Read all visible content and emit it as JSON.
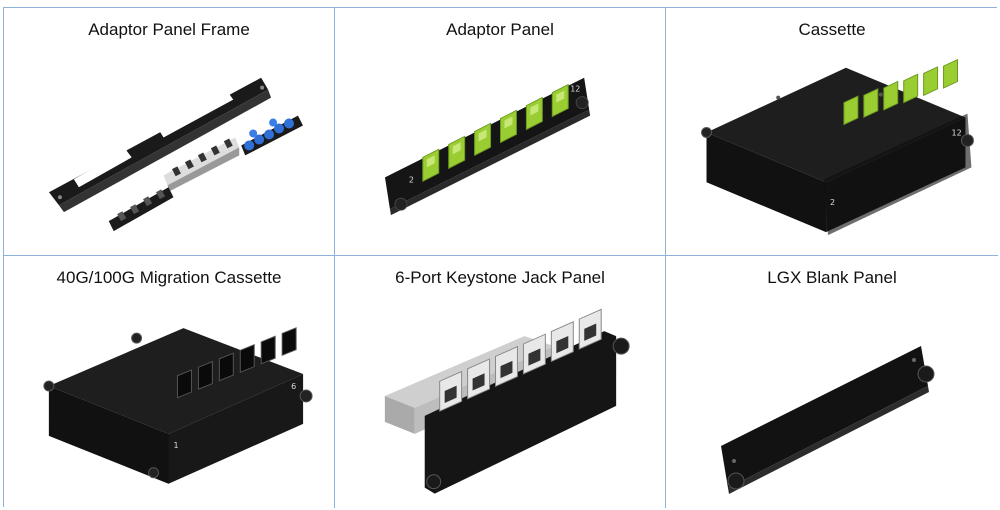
{
  "products": [
    {
      "title": "Adaptor Panel Frame",
      "icon": "adaptor-panel-frame"
    },
    {
      "title": "Adaptor Panel",
      "icon": "adaptor-panel",
      "port_labels": [
        "2",
        "12"
      ]
    },
    {
      "title": "Cassette",
      "icon": "cassette",
      "port_labels": [
        "2",
        "12"
      ]
    },
    {
      "title": "40G/100G  Migration Cassette",
      "icon": "migration-cassette",
      "port_labels": [
        "1",
        "6"
      ]
    },
    {
      "title": "6-Port Keystone Jack Panel",
      "icon": "keystone-jack-panel"
    },
    {
      "title": "LGX Blank Panel",
      "icon": "lgx-blank-panel"
    }
  ],
  "colors": {
    "border": "#8db3dc",
    "panel_black": "#151515",
    "lime_green": "#9acd32",
    "fiber_blue": "#2f6fd6",
    "keystone_white": "#e8e8e8"
  }
}
